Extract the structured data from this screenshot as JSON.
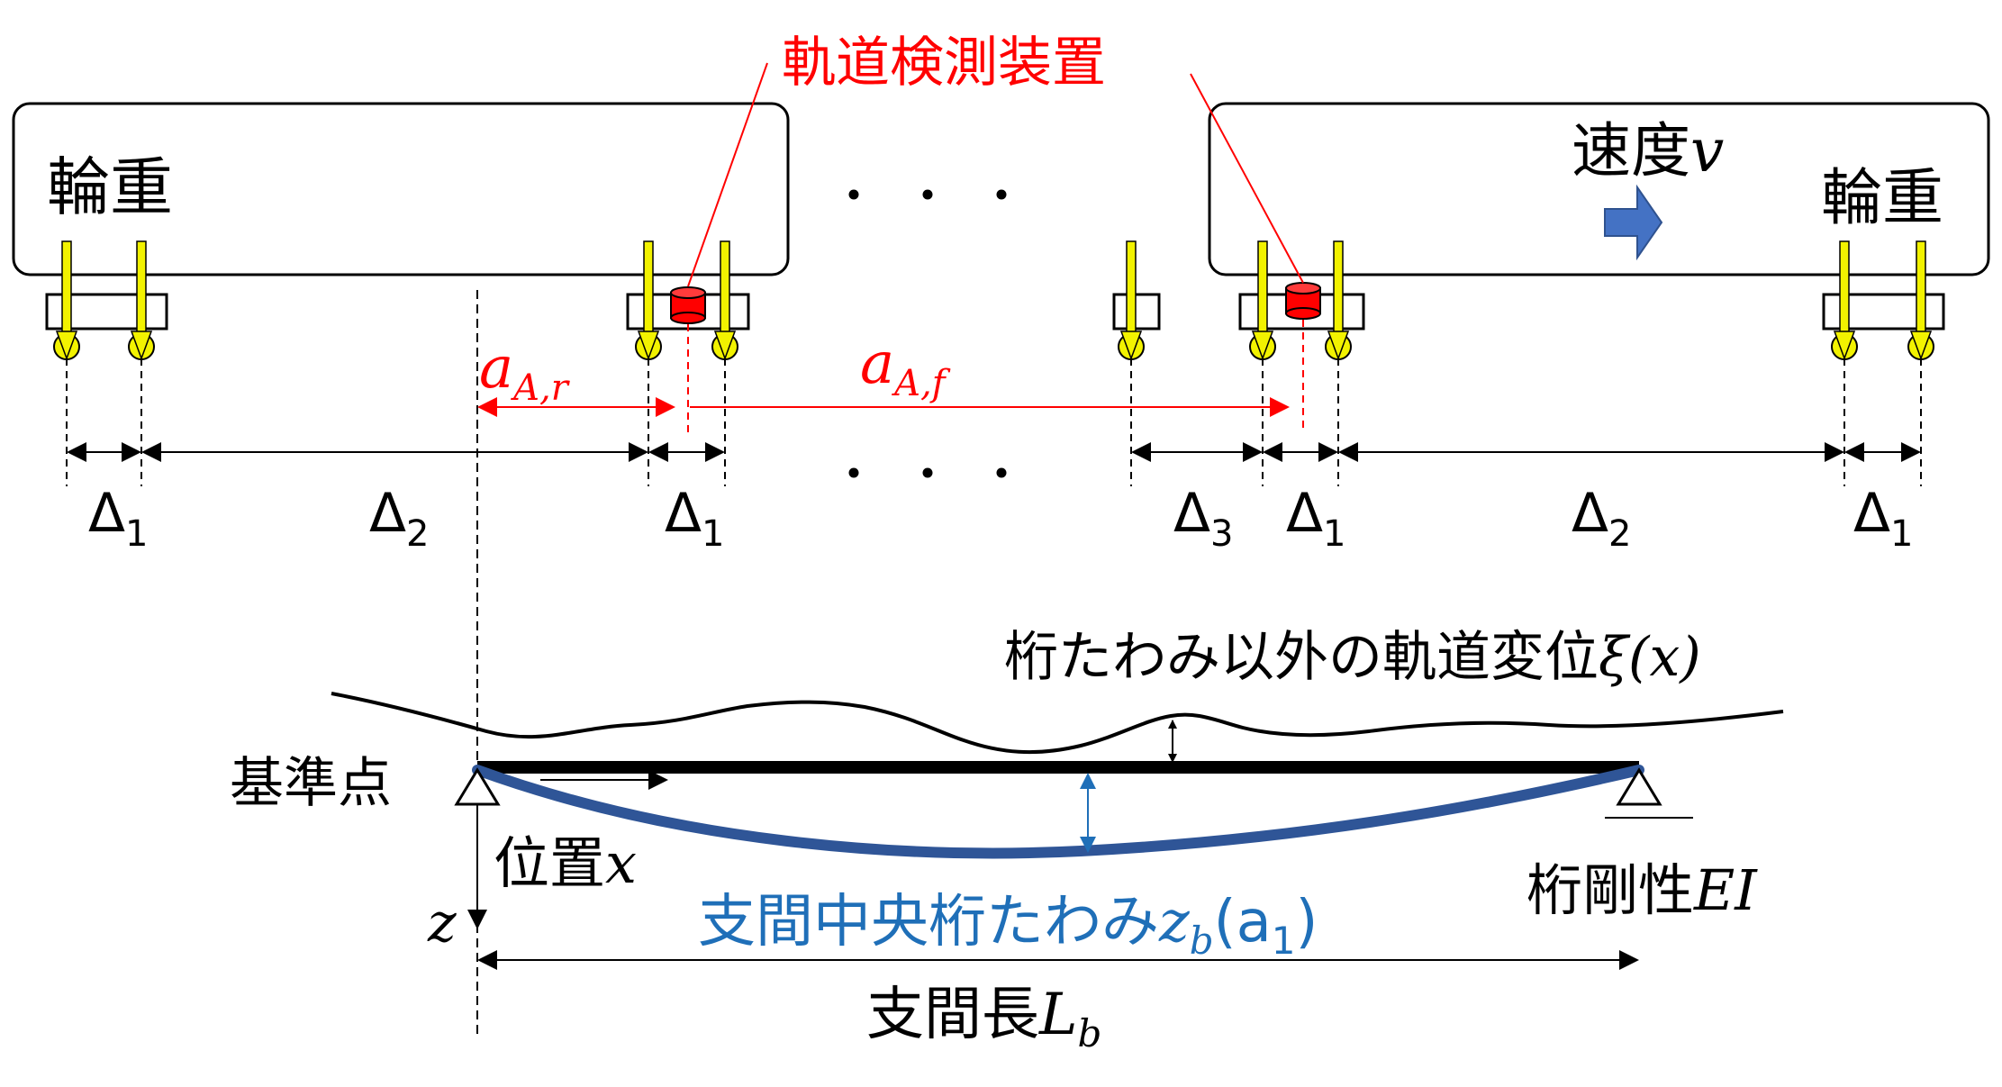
{
  "labels": {
    "device": "軌道検測装置",
    "wheel_load_left": "輪重",
    "wheel_load_right": "輪重",
    "speed_prefix": "速度",
    "speed_var": "v",
    "ellipsis_top": "・・・",
    "ellipsis_mid": "・・・",
    "delta1": "Δ",
    "delta1_sub": "1",
    "delta2": "Δ",
    "delta2_sub": "2",
    "delta3": "Δ",
    "delta3_sub": "3",
    "a_r_main": "a",
    "a_r_sub": "A,r",
    "a_f_main": "a",
    "a_f_sub": "A,f",
    "other_irregularity": "桁たわみ以外の軌道変位",
    "other_irregularity_var": "ξ(x)",
    "reference_point": "基準点",
    "position_prefix": "位置",
    "position_var": "x",
    "z_axis": "z",
    "midspan_prefix": "支間中央桁たわみ",
    "midspan_var": "z",
    "midspan_var_sub": "b",
    "midspan_arg_open": "(a",
    "midspan_arg_sub": "1",
    "midspan_arg_close": ")",
    "girder_prefix": "桁剛性",
    "girder_var": "EI",
    "span_prefix": "支間長",
    "span_var": "L",
    "span_var_sub": "b"
  },
  "colors": {
    "red": "#ff0000",
    "blue_curve": "#2f5597",
    "blue_text": "#1f6fb8",
    "arrow_blue": "#4472c4",
    "axle_yellow": "#f2f200",
    "black": "#000000"
  }
}
